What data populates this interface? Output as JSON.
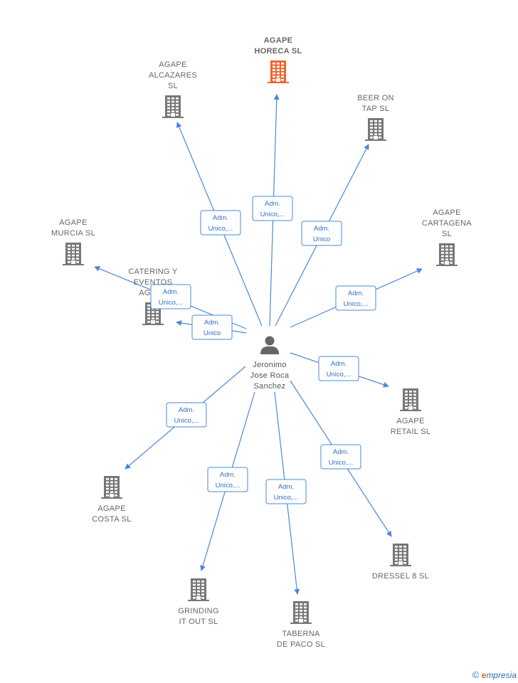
{
  "colors": {
    "edge": "#4a88d8",
    "building": "#777777",
    "building_highlight": "#f06530",
    "person": "#666666"
  },
  "person": {
    "lines": [
      "Jeronimo",
      "Jose Roca",
      "Sanchez"
    ],
    "icon": "person-icon"
  },
  "companies": [
    {
      "id": "agape-horeca",
      "lines": [
        "AGAPE",
        "HORECA  SL"
      ],
      "highlight": true,
      "label_pos": "above"
    },
    {
      "id": "agape-alcazares",
      "lines": [
        "AGAPE",
        "ALCAZARES",
        "SL"
      ],
      "highlight": false,
      "label_pos": "above"
    },
    {
      "id": "beer-on-tap",
      "lines": [
        "BEER ON",
        "TAP  SL"
      ],
      "highlight": false,
      "label_pos": "above"
    },
    {
      "id": "agape-murcia",
      "lines": [
        "AGAPE",
        "MURCIA  SL"
      ],
      "highlight": false,
      "label_pos": "above"
    },
    {
      "id": "agape-cartagena",
      "lines": [
        "AGAPE",
        "CARTAGENA",
        "SL"
      ],
      "highlight": false,
      "label_pos": "above"
    },
    {
      "id": "catering-eventos",
      "lines": [
        "CATERING Y",
        "EVENTOS",
        "AGAPE"
      ],
      "highlight": false,
      "label_pos": "above"
    },
    {
      "id": "agape-retail",
      "lines": [
        "AGAPE",
        "RETAIL  SL"
      ],
      "highlight": false,
      "label_pos": "below"
    },
    {
      "id": "agape-costa",
      "lines": [
        "AGAPE",
        "COSTA  SL"
      ],
      "highlight": false,
      "label_pos": "below"
    },
    {
      "id": "dressel-8",
      "lines": [
        "DRESSEL 8  SL"
      ],
      "highlight": false,
      "label_pos": "below"
    },
    {
      "id": "grinding-it-out",
      "lines": [
        "GRINDING",
        "IT OUT SL"
      ],
      "highlight": false,
      "label_pos": "below"
    },
    {
      "id": "taberna-de-paco",
      "lines": [
        "TABERNA",
        "DE PACO SL"
      ],
      "highlight": false,
      "label_pos": "below"
    }
  ],
  "edges": [
    {
      "to": "agape-horeca",
      "lines": [
        "Adm.",
        "Unico,..."
      ]
    },
    {
      "to": "agape-alcazares",
      "lines": [
        "Adm.",
        "Unico,..."
      ]
    },
    {
      "to": "beer-on-tap",
      "lines": [
        "Adm.",
        "Unico"
      ]
    },
    {
      "to": "agape-murcia",
      "lines": [
        "Adm.",
        "Unico,..."
      ]
    },
    {
      "to": "catering-eventos",
      "lines": [
        "Adm.",
        "Unico"
      ]
    },
    {
      "to": "agape-cartagena",
      "lines": [
        "Adm.",
        "Unico,..."
      ]
    },
    {
      "to": "agape-retail",
      "lines": [
        "Adm.",
        "Unico,..."
      ]
    },
    {
      "to": "agape-costa",
      "lines": [
        "Adm.",
        "Unico,..."
      ]
    },
    {
      "to": "dressel-8",
      "lines": [
        "Adm.",
        "Unico,..."
      ]
    },
    {
      "to": "grinding-it-out",
      "lines": [
        "Adm.",
        "Unico,..."
      ]
    },
    {
      "to": "taberna-de-paco",
      "lines": [
        "Adm.",
        "Unico,..."
      ]
    }
  ],
  "footer": {
    "copyright": "©",
    "brand_initial": "e",
    "brand_rest": "mpresia"
  }
}
